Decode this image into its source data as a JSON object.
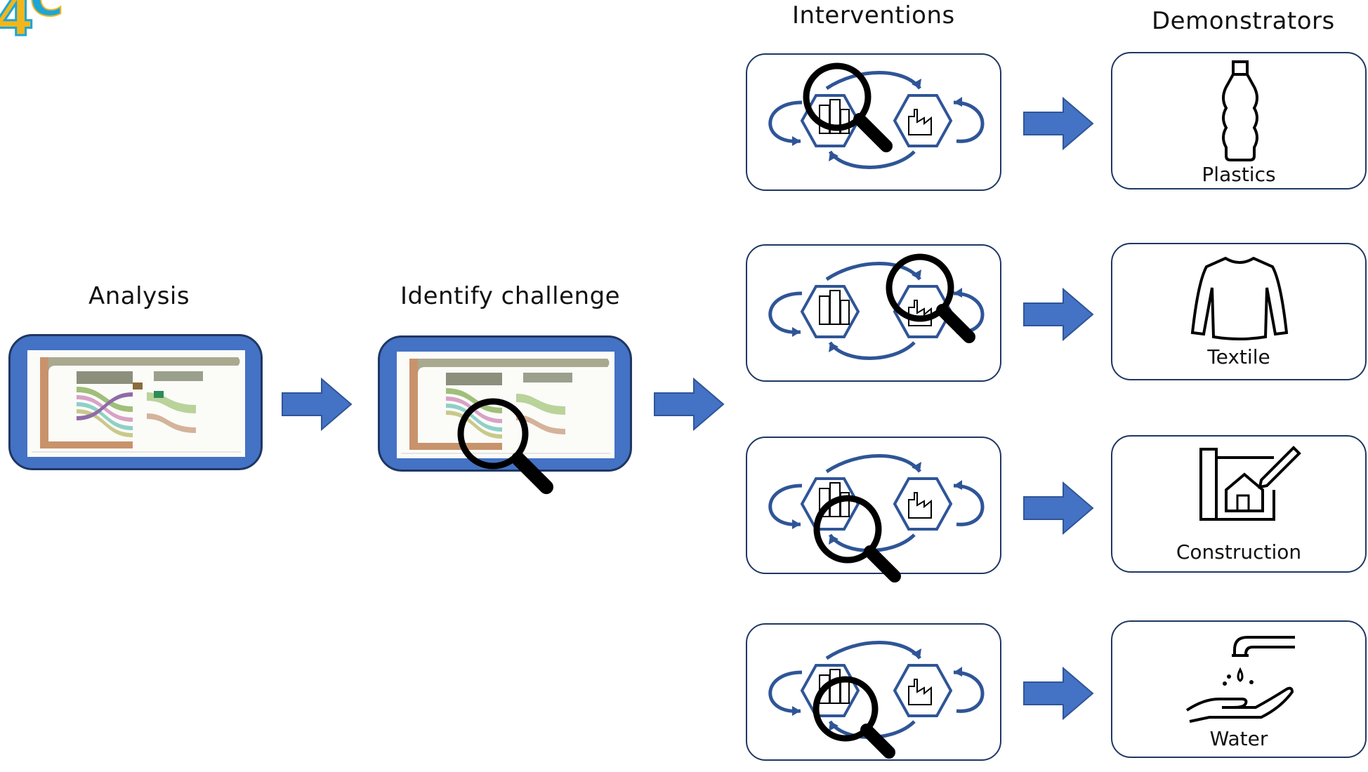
{
  "logo": {
    "text": "4C",
    "color_main": "#f2b61b",
    "color_accent": "#1aa6d9"
  },
  "headings": {
    "analysis": "Analysis",
    "identify": "Identify challenge",
    "interventions": "Interventions",
    "demonstrators": "Demonstrators"
  },
  "demonstrators": [
    {
      "label": "Plastics",
      "icon": "bottle-icon"
    },
    {
      "label": "Textile",
      "icon": "sweater-icon"
    },
    {
      "label": "Construction",
      "icon": "house-plan-icon"
    },
    {
      "label": "Water",
      "icon": "tap-hand-icon"
    }
  ],
  "interventions": [
    {
      "focus": "city"
    },
    {
      "focus": "factory"
    },
    {
      "focus": "city-lower"
    },
    {
      "focus": "city-lower"
    }
  ],
  "colors": {
    "arrow_fill": "#4472c4",
    "arrow_stroke": "#2f5597",
    "card_border": "#1f3763",
    "hex_border": "#2f5597"
  }
}
